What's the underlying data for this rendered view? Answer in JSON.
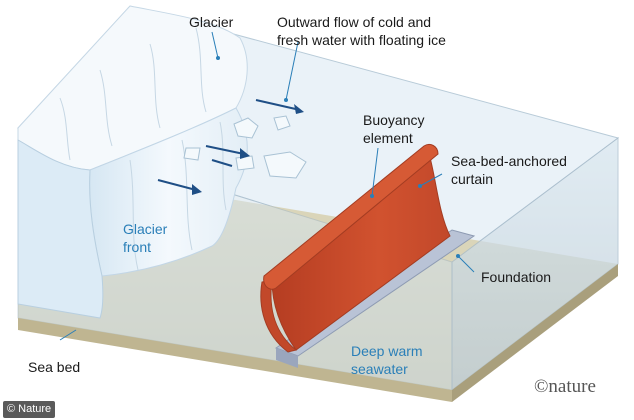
{
  "labels": {
    "glacier": "Glacier",
    "outward_flow": "Outward flow of cold and\nfresh water with floating ice",
    "buoyancy_element": "Buoyancy\nelement",
    "curtain": "Sea-bed-anchored\ncurtain",
    "glacier_front": "Glacier\nfront",
    "foundation": "Foundation",
    "sea_bed": "Sea bed",
    "deep_warm_seawater": "Deep warm\nseawater"
  },
  "credit": "© Nature",
  "publisher_mark": "©nature",
  "colors": {
    "water_top": "#e8f1f6",
    "ice": "#f2f8fc",
    "curtain": "#c9462a",
    "foundation": "#b9c3d6",
    "sea_bed": "#cfc7a6",
    "label_blue": "#2a7fb8",
    "arrow": "#1f4f86"
  }
}
